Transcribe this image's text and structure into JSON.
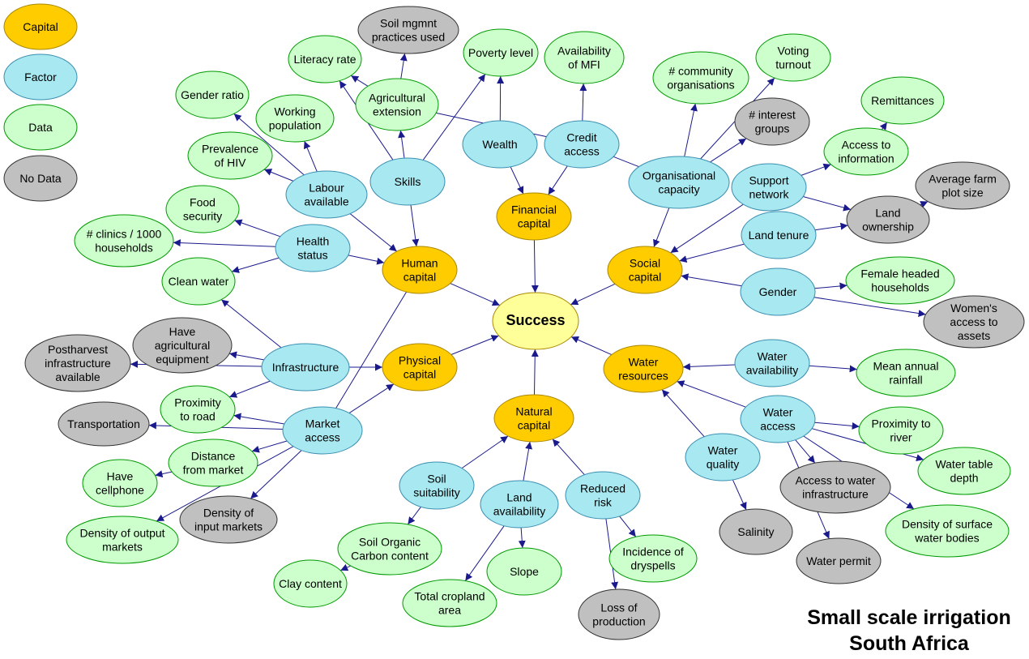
{
  "title": {
    "line1": "Small scale irrigation",
    "line2": "South Africa"
  },
  "colors": {
    "Capital": "#ffcc00",
    "Factor": "#a8e8f0",
    "Data": "#ccffcc",
    "No Data": "#c0c0c0",
    "Center": "#ffff99",
    "stroke": "#009900",
    "stroke_gray": "#333333",
    "stroke_factor": "#3b8fb0",
    "stroke_capital": "#aa8800",
    "edge": "#1a1a8c"
  },
  "legend": [
    "Capital",
    "Factor",
    "Data",
    "No Data"
  ],
  "nodes": {
    "success": {
      "label": [
        "Success"
      ],
      "type": "Center"
    },
    "human_capital": {
      "label": [
        "Human",
        "capital"
      ],
      "type": "Capital"
    },
    "financial_capital": {
      "label": [
        "Financial",
        "capital"
      ],
      "type": "Capital"
    },
    "social_capital": {
      "label": [
        "Social",
        "capital"
      ],
      "type": "Capital"
    },
    "physical_capital": {
      "label": [
        "Physical",
        "capital"
      ],
      "type": "Capital"
    },
    "natural_capital": {
      "label": [
        "Natural",
        "capital"
      ],
      "type": "Capital"
    },
    "water_resources": {
      "label": [
        "Water",
        "resources"
      ],
      "type": "Capital"
    },
    "labour_available": {
      "label": [
        "Labour",
        "available"
      ],
      "type": "Factor"
    },
    "skills": {
      "label": [
        "Skills"
      ],
      "type": "Factor"
    },
    "health_status": {
      "label": [
        "Health",
        "status"
      ],
      "type": "Factor"
    },
    "wealth": {
      "label": [
        "Wealth"
      ],
      "type": "Factor"
    },
    "credit_access": {
      "label": [
        "Credit",
        "access"
      ],
      "type": "Factor"
    },
    "organisational_capacity": {
      "label": [
        "Organisational",
        "capacity"
      ],
      "type": "Factor"
    },
    "support_network": {
      "label": [
        "Support",
        "network"
      ],
      "type": "Factor"
    },
    "land_tenure": {
      "label": [
        "Land tenure"
      ],
      "type": "Factor"
    },
    "gender": {
      "label": [
        "Gender"
      ],
      "type": "Factor"
    },
    "infrastructure": {
      "label": [
        "Infrastructure"
      ],
      "type": "Factor"
    },
    "market_access": {
      "label": [
        "Market",
        "access"
      ],
      "type": "Factor"
    },
    "soil_suitability": {
      "label": [
        "Soil",
        "suitability"
      ],
      "type": "Factor"
    },
    "land_availability": {
      "label": [
        "Land",
        "availability"
      ],
      "type": "Factor"
    },
    "reduced_risk": {
      "label": [
        "Reduced",
        "risk"
      ],
      "type": "Factor"
    },
    "water_quality": {
      "label": [
        "Water",
        "quality"
      ],
      "type": "Factor"
    },
    "water_access": {
      "label": [
        "Water",
        "access"
      ],
      "type": "Factor"
    },
    "water_availability": {
      "label": [
        "Water",
        "availability"
      ],
      "type": "Factor"
    },
    "literacy_rate": {
      "label": [
        "Literacy rate"
      ],
      "type": "Data"
    },
    "agricultural_extension": {
      "label": [
        "Agricultural",
        "extension"
      ],
      "type": "Data"
    },
    "gender_ratio": {
      "label": [
        "Gender ratio"
      ],
      "type": "Data"
    },
    "working_population": {
      "label": [
        "Working",
        "population"
      ],
      "type": "Data"
    },
    "prevalence_hiv": {
      "label": [
        "Prevalence",
        "of HIV"
      ],
      "type": "Data"
    },
    "food_security": {
      "label": [
        "Food",
        "security"
      ],
      "type": "Data"
    },
    "clinics": {
      "label": [
        "# clinics / 1000",
        "households"
      ],
      "type": "Data"
    },
    "clean_water": {
      "label": [
        "Clean water"
      ],
      "type": "Data"
    },
    "poverty_level": {
      "label": [
        "Poverty level"
      ],
      "type": "Data"
    },
    "availability_mfi": {
      "label": [
        "Availability",
        "of MFI"
      ],
      "type": "Data"
    },
    "community_orgs": {
      "label": [
        "# community",
        "organisations"
      ],
      "type": "Data"
    },
    "voting_turnout": {
      "label": [
        "Voting",
        "turnout"
      ],
      "type": "Data"
    },
    "remittances": {
      "label": [
        "Remittances"
      ],
      "type": "Data"
    },
    "access_information": {
      "label": [
        "Access to",
        "information"
      ],
      "type": "Data"
    },
    "female_headed": {
      "label": [
        "Female headed",
        "households"
      ],
      "type": "Data"
    },
    "proximity_road": {
      "label": [
        "Proximity",
        "to road"
      ],
      "type": "Data"
    },
    "distance_market": {
      "label": [
        "Distance",
        "from market"
      ],
      "type": "Data"
    },
    "have_cellphone": {
      "label": [
        "Have",
        "cellphone"
      ],
      "type": "Data"
    },
    "density_output": {
      "label": [
        "Density of output",
        "markets"
      ],
      "type": "Data"
    },
    "soil_organic": {
      "label": [
        "Soil Organic",
        "Carbon content"
      ],
      "type": "Data"
    },
    "clay_content": {
      "label": [
        "Clay content"
      ],
      "type": "Data"
    },
    "total_cropland": {
      "label": [
        "Total cropland",
        "area"
      ],
      "type": "Data"
    },
    "slope": {
      "label": [
        "Slope"
      ],
      "type": "Data"
    },
    "incidence_dryspells": {
      "label": [
        "Incidence of",
        "dryspells"
      ],
      "type": "Data"
    },
    "mean_rainfall": {
      "label": [
        "Mean annual",
        "rainfall"
      ],
      "type": "Data"
    },
    "proximity_river": {
      "label": [
        "Proximity to",
        "river"
      ],
      "type": "Data"
    },
    "water_table": {
      "label": [
        "Water table",
        "depth"
      ],
      "type": "Data"
    },
    "density_surface_water": {
      "label": [
        "Density of surface",
        "water bodies"
      ],
      "type": "Data"
    },
    "soil_mgmt": {
      "label": [
        "Soil mgmnt",
        "practices used"
      ],
      "type": "No Data"
    },
    "interest_groups": {
      "label": [
        "# interest",
        "groups"
      ],
      "type": "No Data"
    },
    "avg_farm_plot": {
      "label": [
        "Average farm",
        "plot size"
      ],
      "type": "No Data"
    },
    "land_ownership": {
      "label": [
        "Land",
        "ownership"
      ],
      "type": "No Data"
    },
    "womens_access": {
      "label": [
        "Women's",
        "access to",
        "assets"
      ],
      "type": "No Data"
    },
    "have_ag_equipment": {
      "label": [
        "Have",
        "agricultural",
        "equipment"
      ],
      "type": "No Data"
    },
    "postharvest": {
      "label": [
        "Postharvest",
        "infrastructure",
        "available"
      ],
      "type": "No Data"
    },
    "transportation": {
      "label": [
        "Transportation"
      ],
      "type": "No Data"
    },
    "density_input": {
      "label": [
        "Density of",
        "input markets"
      ],
      "type": "No Data"
    },
    "loss_production": {
      "label": [
        "Loss of",
        "production"
      ],
      "type": "No Data"
    },
    "salinity": {
      "label": [
        "Salinity"
      ],
      "type": "No Data"
    },
    "access_water_infra": {
      "label": [
        "Access to water",
        "infrastructure"
      ],
      "type": "No Data"
    },
    "water_permit": {
      "label": [
        "Water permit"
      ],
      "type": "No Data"
    }
  },
  "edges": [
    [
      "human_capital",
      "success"
    ],
    [
      "financial_capital",
      "success"
    ],
    [
      "social_capital",
      "success"
    ],
    [
      "physical_capital",
      "success"
    ],
    [
      "natural_capital",
      "success"
    ],
    [
      "water_resources",
      "success"
    ],
    [
      "labour_available",
      "human_capital"
    ],
    [
      "skills",
      "human_capital"
    ],
    [
      "health_status",
      "human_capital"
    ],
    [
      "market_access",
      "human_capital",
      "none"
    ],
    [
      "labour_available",
      "gender_ratio"
    ],
    [
      "labour_available",
      "working_population"
    ],
    [
      "labour_available",
      "prevalence_hiv"
    ],
    [
      "skills",
      "literacy_rate"
    ],
    [
      "skills",
      "agricultural_extension"
    ],
    [
      "agricultural_extension",
      "soil_mgmt"
    ],
    [
      "agricultural_extension",
      "literacy_rate"
    ],
    [
      "credit_access",
      "agricultural_extension",
      "none"
    ],
    [
      "skills",
      "poverty_level"
    ],
    [
      "health_status",
      "food_security"
    ],
    [
      "health_status",
      "clinics"
    ],
    [
      "health_status",
      "clean_water"
    ],
    [
      "wealth",
      "poverty_level"
    ],
    [
      "wealth",
      "financial_capital"
    ],
    [
      "credit_access",
      "financial_capital"
    ],
    [
      "credit_access",
      "availability_mfi"
    ],
    [
      "credit_access",
      "organisational_capacity",
      "none"
    ],
    [
      "organisational_capacity",
      "social_capital"
    ],
    [
      "organisational_capacity",
      "community_orgs"
    ],
    [
      "organisational_capacity",
      "voting_turnout"
    ],
    [
      "organisational_capacity",
      "interest_groups"
    ],
    [
      "support_network",
      "social_capital"
    ],
    [
      "support_network",
      "access_information"
    ],
    [
      "access_information",
      "remittances"
    ],
    [
      "support_network",
      "land_ownership"
    ],
    [
      "land_tenure",
      "social_capital"
    ],
    [
      "land_tenure",
      "land_ownership"
    ],
    [
      "land_ownership",
      "avg_farm_plot"
    ],
    [
      "gender",
      "social_capital"
    ],
    [
      "gender",
      "female_headed"
    ],
    [
      "gender",
      "womens_access"
    ],
    [
      "infrastructure",
      "physical_capital"
    ],
    [
      "infrastructure",
      "clean_water"
    ],
    [
      "infrastructure",
      "have_ag_equipment"
    ],
    [
      "infrastructure",
      "postharvest"
    ],
    [
      "infrastructure",
      "proximity_road"
    ],
    [
      "market_access",
      "physical_capital"
    ],
    [
      "market_access",
      "proximity_road"
    ],
    [
      "market_access",
      "transportation"
    ],
    [
      "market_access",
      "distance_market"
    ],
    [
      "market_access",
      "density_output"
    ],
    [
      "market_access",
      "density_input"
    ],
    [
      "distance_market",
      "have_cellphone"
    ],
    [
      "soil_suitability",
      "natural_capital"
    ],
    [
      "soil_suitability",
      "soil_organic"
    ],
    [
      "soil_organic",
      "clay_content"
    ],
    [
      "land_availability",
      "natural_capital"
    ],
    [
      "land_availability",
      "total_cropland"
    ],
    [
      "land_availability",
      "slope"
    ],
    [
      "reduced_risk",
      "natural_capital"
    ],
    [
      "reduced_risk",
      "incidence_dryspells"
    ],
    [
      "reduced_risk",
      "loss_production"
    ],
    [
      "water_availability",
      "water_resources"
    ],
    [
      "water_availability",
      "mean_rainfall"
    ],
    [
      "water_access",
      "water_resources"
    ],
    [
      "water_access",
      "proximity_river"
    ],
    [
      "water_access",
      "water_table"
    ],
    [
      "water_access",
      "access_water_infra"
    ],
    [
      "water_access",
      "water_permit"
    ],
    [
      "water_access",
      "density_surface_water"
    ],
    [
      "water_quality",
      "water_resources"
    ],
    [
      "water_quality",
      "salinity"
    ]
  ]
}
